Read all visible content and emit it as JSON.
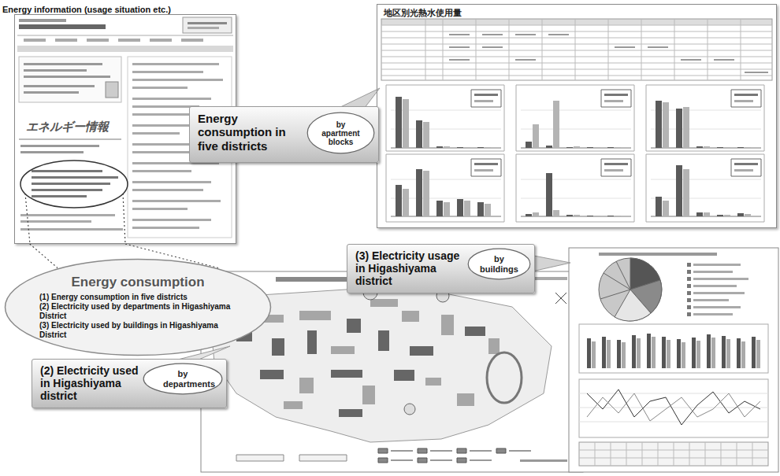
{
  "diagram": {
    "title": "Energy information (usage situation etc.)",
    "nodes": [
      {
        "text": [
          "エネルギー情報"
        ]
      },
      {
        "text": [
          "地区別光熱水使用量"
        ]
      },
      {
        "text": [
          "Energy consumption in five districts"
        ]
      },
      {
        "text": [
          "by apartment blocks"
        ],
        "in": 2
      },
      {
        "text": [
          "(3) Electricity usage in Higashiyama district"
        ]
      },
      {
        "text": [
          "by buildings"
        ],
        "in": 4
      },
      {
        "text": [
          "Energy consumption",
          "(1) Energy consumption in five districts",
          "(2) Electricity used by departments in Higashiyama District",
          "(3) Electricity used by buildings in Higashiyama District"
        ]
      },
      {
        "text": [
          "(2) Electricity used in Higashiyama district"
        ]
      },
      {
        "text": [
          "by departments"
        ],
        "in": 7
      }
    ],
    "edges": [
      {
        "from": 0,
        "to": 6,
        "arrow": "none"
      }
    ]
  }
}
